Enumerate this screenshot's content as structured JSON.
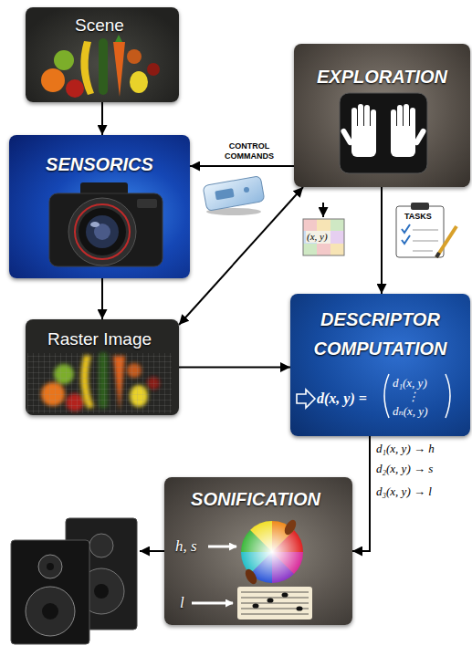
{
  "diagram": {
    "nodes": [
      {
        "text": [
          "Scene"
        ]
      },
      {
        "text": [
          "SENSORICS"
        ]
      },
      {
        "text": [
          "EXPLORATION"
        ]
      },
      {
        "text": [
          "Raster Image"
        ]
      },
      {
        "text": [
          "DESCRIPTOR COMPUTATION",
          "d(x, y) =",
          "d₁(x, y)",
          "⋮",
          "dₙ(x, y)"
        ]
      },
      {
        "text": [
          "SONIFICATION",
          "h, s",
          "l"
        ]
      }
    ],
    "edges": [
      {
        "from": 0,
        "to": 1,
        "arrow": "to"
      },
      {
        "from": 2,
        "to": 1,
        "arrow": "to",
        "label": "CONTROL COMMANDS"
      },
      {
        "from": 1,
        "to": 3,
        "arrow": "to"
      },
      {
        "from": 2,
        "to": 3,
        "arrow": "both"
      },
      {
        "from": 3,
        "to": 4,
        "arrow": "to"
      },
      {
        "from": 2,
        "to": 4,
        "arrow": "to"
      },
      {
        "from": 4,
        "to": 5,
        "arrow": "to"
      }
    ],
    "labels": [
      "(x, y)",
      "TASKS",
      "d₁(x, y) → h",
      "d₂(x, y) → s",
      "d₃(x, y) → l"
    ]
  }
}
